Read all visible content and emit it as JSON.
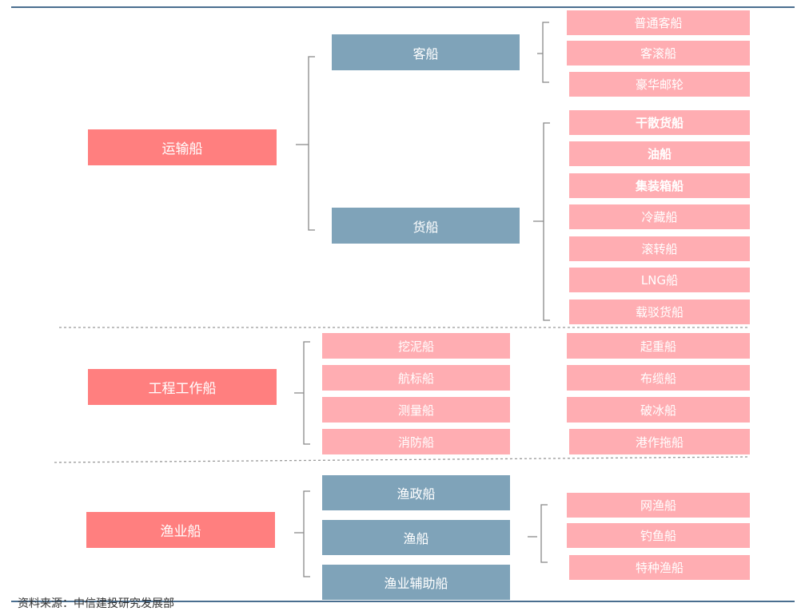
{
  "colors": {
    "level1": "#ff7f7f",
    "level2": "#7fa3b9",
    "leaf": "#ffadb2",
    "bracket": "#888888",
    "rule": "#4a6e8f"
  },
  "groups": {
    "transport": {
      "label": "运输船",
      "passenger": {
        "label": "客船",
        "items": [
          "普通客船",
          "客滚船",
          "豪华邮轮"
        ]
      },
      "cargo": {
        "label": "货船",
        "items": [
          "干散货船",
          "油船",
          "集装箱船",
          "冷藏船",
          "滚转船",
          "LNG船",
          "载驳货船"
        ]
      }
    },
    "engineering": {
      "label": "工程工作船",
      "left_items": [
        "挖泥船",
        "航标船",
        "测量船",
        "消防船"
      ],
      "right_items": [
        "起重船",
        "布缆船",
        "破冰船",
        "港作拖船"
      ]
    },
    "fishery": {
      "label": "渔业船",
      "sub": [
        "渔政船",
        "渔船",
        "渔业辅助船"
      ],
      "fishing_items": [
        "网渔船",
        "钓鱼船",
        "特种渔船"
      ]
    }
  },
  "source": "资料来源：中信建投研究发展部"
}
